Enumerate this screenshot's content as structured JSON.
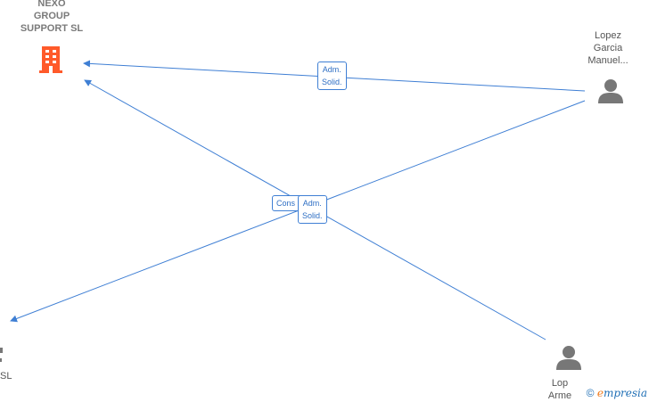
{
  "nodes": {
    "company": {
      "label": "NEXO\nGROUP\nSUPPORT  SL",
      "icon": "building-icon",
      "color": "#ff5a2a"
    },
    "person_top_right": {
      "label": "Lopez\nGarcia\nManuel...",
      "icon": "person-icon",
      "color": "#777777"
    },
    "person_bottom_right": {
      "label": "Lop\nArme",
      "icon": "person-icon",
      "color": "#777777"
    },
    "company_bottom_left": {
      "label": "SL"
    }
  },
  "edges": {
    "adm_top": "Adm.\nSolid.",
    "cons_center": "Cons",
    "adm_center": "Adm.\nSolid."
  },
  "watermark": {
    "copyright": "©",
    "e": "e",
    "rest": "mpresia"
  },
  "colors": {
    "edge": "#3f7fd4"
  }
}
